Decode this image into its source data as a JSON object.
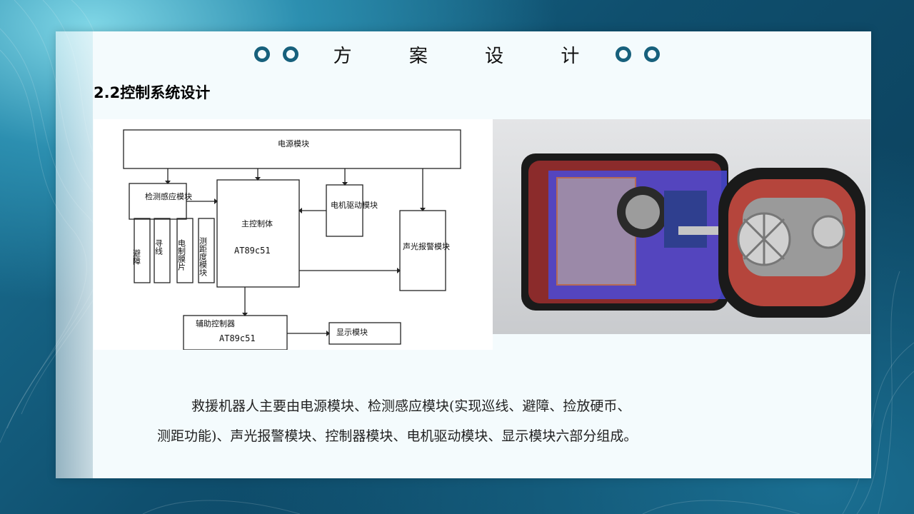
{
  "slide": {
    "title": "方 案 设 计",
    "subtitle": "2.2控制系统设计"
  },
  "diagram": {
    "power": "电源模块",
    "sensing": "检测感应模块",
    "main_ctrl": "主控制体",
    "main_chip": "AT89c51",
    "motor": "电机驱动模块",
    "alarm": "声光报警模块",
    "aux_ctrl": "辅助控制器",
    "aux_chip": "AT89c51",
    "display": "显示模块",
    "sub": [
      "避障",
      "寻线",
      "电制膜片",
      "测距度模块"
    ]
  },
  "description": {
    "line1": "救援机器人主要由电源模块、检测感应模块(实现巡线、避障、捡放硬币、",
    "line2": "测距功能)、声光报警模块、控制器模块、电机驱动模块、显示模块六部分组成。"
  },
  "colors": {
    "accent": "#17607c",
    "background": "#0f4f6e"
  }
}
